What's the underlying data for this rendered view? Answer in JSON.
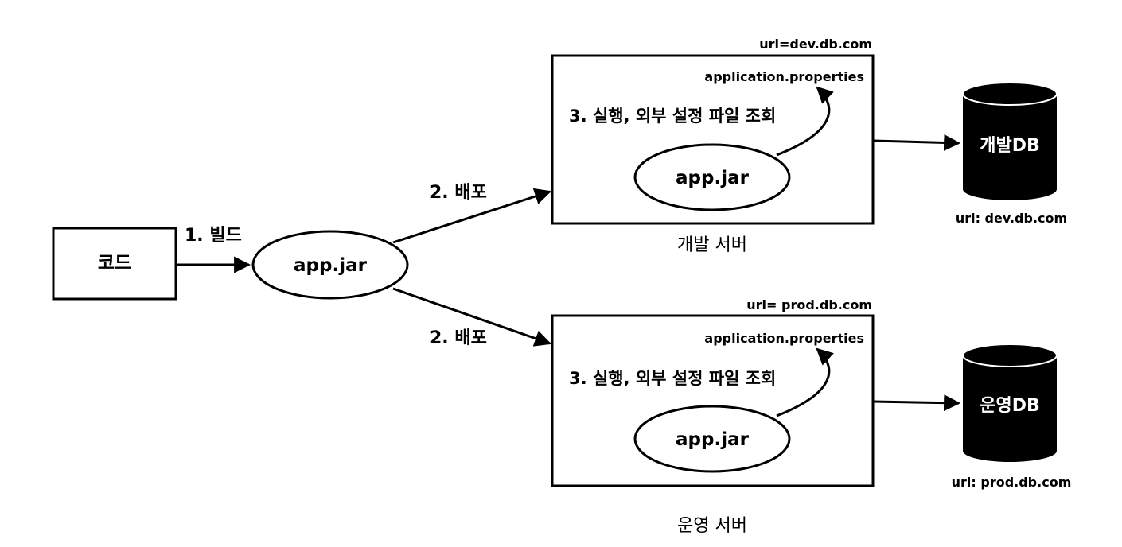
{
  "code_box": {
    "label": "코드"
  },
  "build_step": {
    "label": "1. 빌드"
  },
  "artifact": {
    "label": "app.jar"
  },
  "deploy_dev": {
    "label": "2. 배포"
  },
  "deploy_prod": {
    "label": "2. 배포"
  },
  "dev_server": {
    "url": "url=dev.db.com",
    "config_file": "application.properties",
    "run_step": "3. 실행, 외부 설정 파일 조회",
    "app": "app.jar",
    "caption": "개발 서버"
  },
  "prod_server": {
    "url": "url= prod.db.com",
    "config_file": "application.properties",
    "run_step": "3. 실행, 외부 설정 파일 조회",
    "app": "app.jar",
    "caption": "운영 서버"
  },
  "dev_db": {
    "label": "개발DB",
    "url": "url: dev.db.com"
  },
  "prod_db": {
    "label": "운영DB",
    "url": "url: prod.db.com"
  },
  "colors": {
    "stroke": "#000000",
    "db_fill": "#000000",
    "background": "#ffffff"
  }
}
